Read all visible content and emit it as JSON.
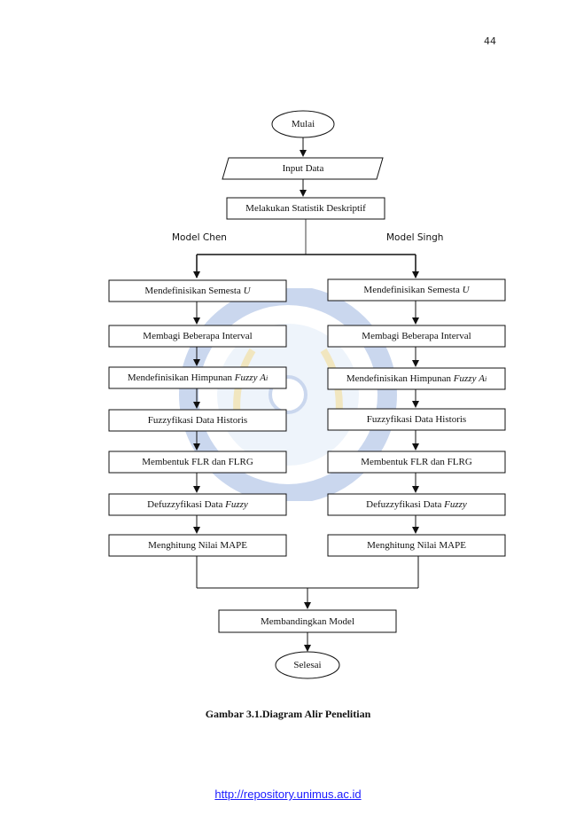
{
  "page_number": "44",
  "flowchart": {
    "start": "Mulai",
    "input": "Input Data",
    "descriptive": "Melakukan Statistik Deskriptif",
    "branch_left_label": "Model Chen",
    "branch_right_label": "Model Singh",
    "left_steps": [
      "Mendefinisikan Semesta",
      "Membagi Beberapa Interval",
      "Mendefinisikan Himpunan",
      "Fuzzyfikasi Data Historis",
      "Membentuk FLR dan FLRG",
      "Defuzzyfikasi Data",
      "Menghitung Nilai MAPE"
    ],
    "right_steps": [
      "Mendefinisikan Semesta",
      "Membagi Beberapa Interval",
      "Mendefinisikan Himpunan",
      "Fuzzyfikasi Data Historis",
      "Membentuk FLR dan FLRG",
      "Defuzzyfikasi Data",
      "Menghitung Nilai MAPE"
    ],
    "italic_u": "U",
    "italic_fuzzy": "Fuzzy",
    "italic_a": "A",
    "subscript_i": "i",
    "compare": "Membandingkan Model",
    "end": "Selesai"
  },
  "caption": "Gambar 3.1.Diagram Alir Penelitian",
  "footer_url": "http://repository.unimus.ac.id",
  "colors": {
    "line": "#111111",
    "link": "#1a1aff",
    "watermark_blue": "#6a8fd0",
    "watermark_gold": "#d8b84a"
  }
}
